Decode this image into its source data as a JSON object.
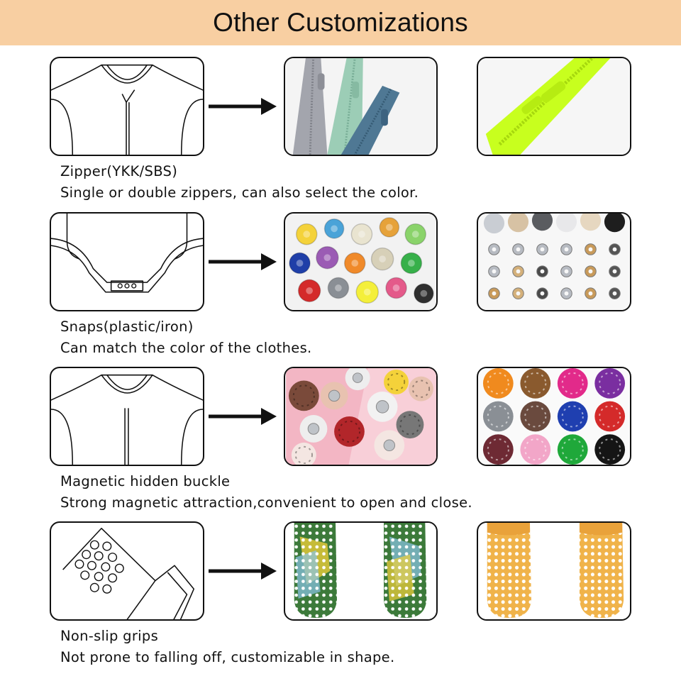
{
  "header": {
    "title": "Other Customizations"
  },
  "sections": [
    {
      "title": "Zipper(YKK/SBS)",
      "description": "Single or double zippers, can also select the color."
    },
    {
      "title": "Snaps(plastic/iron)",
      "description": "Can match the color of the clothes."
    },
    {
      "title": "Magnetic hidden buckle",
      "description": "Strong magnetic attraction,convenient to open and close."
    },
    {
      "title": "Non-slip grips",
      "description": "Not prone to falling off, customizable in shape."
    }
  ],
  "colors": {
    "banner": "#f8cfa2",
    "zipper_grey": "#a3a5ad",
    "zipper_mint": "#9ccdb6",
    "zipper_blue": "#4f7894",
    "zipper_neon": "#c8ff1e",
    "buckle_pink_bg": "#f3b6c4",
    "grip_green": "#3c7a3a",
    "grip_orange": "#f0b34a"
  }
}
